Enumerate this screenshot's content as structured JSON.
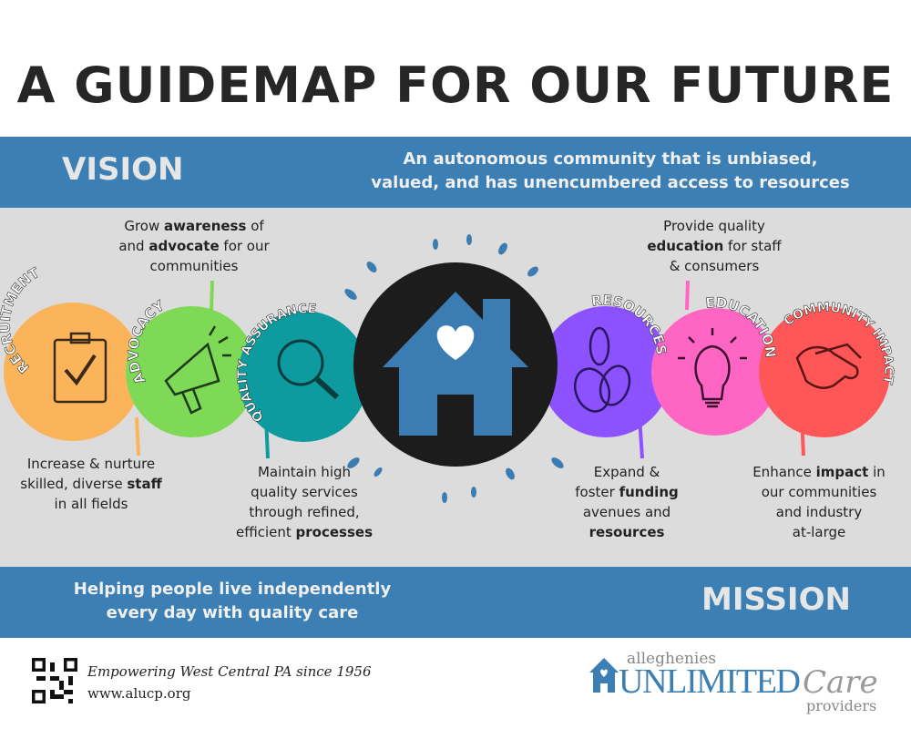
{
  "title": "A GUIDEMAP FOR OUR FUTURE",
  "vision": {
    "label": "VISION",
    "text_line1": "An autonomous community that is unbiased,",
    "text_line2": "valued, and has unencumbered access to resources"
  },
  "mission": {
    "label": "MISSION",
    "text_line1": "Helping people live independently",
    "text_line2": "every day with quality care"
  },
  "colors": {
    "band": "#3b7fb4",
    "recruitment": "#fbb45a",
    "advocacy": "#7ed957",
    "quality": "#0d9b9f",
    "center": "#1c1c1c",
    "house": "#3b7cb2",
    "resources": "#8c52ff",
    "education": "#ff66c4",
    "community": "#ff5757"
  },
  "pillars": [
    {
      "label": "RECRUITMENT",
      "icon": "clipboard-check-icon"
    },
    {
      "label": "ADVOCACY",
      "icon": "megaphone-icon"
    },
    {
      "label": "QUALITY ASSURANCE",
      "icon": "magnifying-glass-icon"
    },
    {
      "label": "RESOURCES",
      "icon": "coins-icon"
    },
    {
      "label": "EDUCATION",
      "icon": "lightbulb-icon"
    },
    {
      "label": "COMMUNITY IMPACT",
      "icon": "handshake-icon"
    }
  ],
  "center_icon": "house-heart-icon",
  "captions": {
    "advocacy": {
      "a": "Grow ",
      "b": "awareness",
      "c": " of",
      "d": "and ",
      "e": "advocate",
      "f": " for our",
      "g": "communities"
    },
    "recruitment": {
      "a": "Increase & nurture",
      "b": "skilled, diverse ",
      "c": "staff",
      "d": "in all fields"
    },
    "quality": {
      "a": "Maintain high",
      "b": "quality services",
      "c": "through refined,",
      "d": "efficient ",
      "e": "processes"
    },
    "education": {
      "a": "Provide quality",
      "b": "education",
      "c": " for staff",
      "d": "& consumers"
    },
    "resources": {
      "a": "Expand &",
      "b": "foster ",
      "c": "funding",
      "d": "avenues and",
      "e": "resources"
    },
    "community": {
      "a": "Enhance ",
      "b": "impact",
      "c": " in",
      "d": "our communities",
      "e": "and industry",
      "f": "at-large"
    }
  },
  "footer": {
    "tagline": "Empowering West Central PA since 1956",
    "url": "www.alucp.org",
    "logo_text": {
      "top": "alleghenies",
      "main": "UNLIMITED",
      "care": "Care",
      "bottom": "providers"
    }
  }
}
